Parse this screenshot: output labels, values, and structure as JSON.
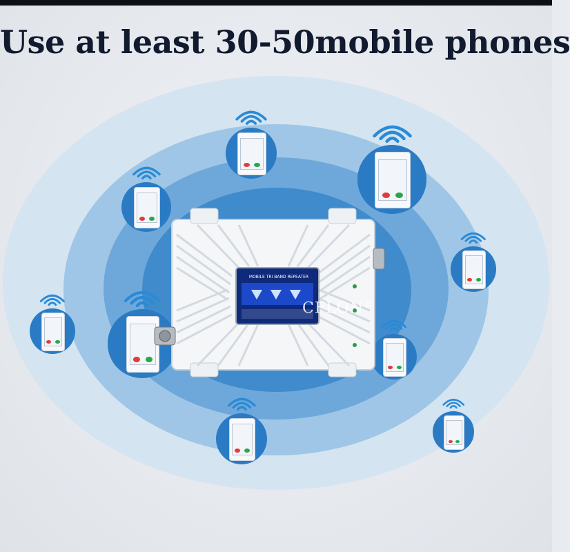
{
  "headline": "Use at least 30-50mobile phones",
  "device": {
    "lcd_title": "MOBILE TRI BAND REPEATER",
    "brand": "CFLON",
    "brand_mark": "®"
  },
  "colors": {
    "ring_outer": "#d4e4f0",
    "ring_2": "#9fc6e6",
    "ring_3": "#6ea8da",
    "ring_inner": "#3f8bcc",
    "phone_disc": "#2a7bc4",
    "headline": "#111a2e"
  },
  "icons": [
    "phone-icon",
    "wifi-signal-icon",
    "repeater-device-icon",
    "antenna-connector-icon"
  ]
}
